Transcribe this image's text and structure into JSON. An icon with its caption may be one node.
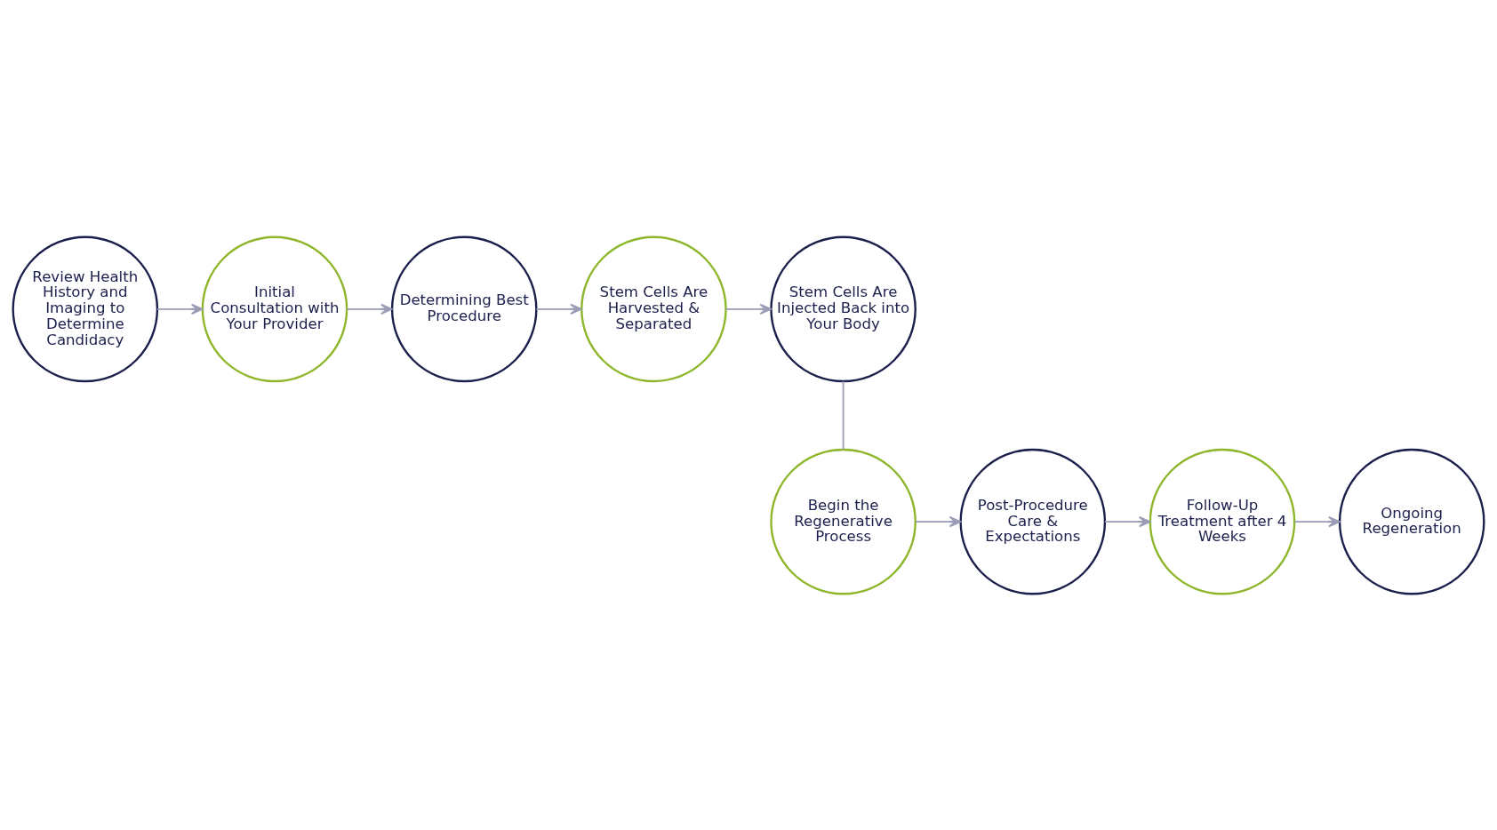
{
  "diagram": {
    "nodes": [
      {
        "text": [
          "Review Health History and Imaging to Determine Candidacy"
        ]
      },
      {
        "text": [
          "Initial Consultation with Your Provider"
        ]
      },
      {
        "text": [
          "Determining Best Procedure"
        ]
      },
      {
        "text": [
          "Stem Cells Are Harvested & Separated"
        ]
      },
      {
        "text": [
          "Stem Cells Are Injected Back into Your Body"
        ]
      },
      {
        "text": [
          "Begin the Regenerative Process"
        ]
      },
      {
        "text": [
          "Post-Procedure Care & Expectations"
        ]
      },
      {
        "text": [
          "Follow-Up Treatment after 4 Weeks"
        ]
      },
      {
        "text": [
          "Ongoing Regeneration"
        ]
      }
    ],
    "edges": [
      {
        "from": 0,
        "to": 1,
        "arrow": "to"
      },
      {
        "from": 1,
        "to": 2,
        "arrow": "to"
      },
      {
        "from": 2,
        "to": 3,
        "arrow": "to"
      },
      {
        "from": 3,
        "to": 4,
        "arrow": "to"
      },
      {
        "from": 4,
        "to": 5,
        "arrow": "none"
      },
      {
        "from": 5,
        "to": 6,
        "arrow": "to"
      },
      {
        "from": 6,
        "to": 7,
        "arrow": "to"
      },
      {
        "from": 7,
        "to": 8,
        "arrow": "to"
      }
    ]
  }
}
